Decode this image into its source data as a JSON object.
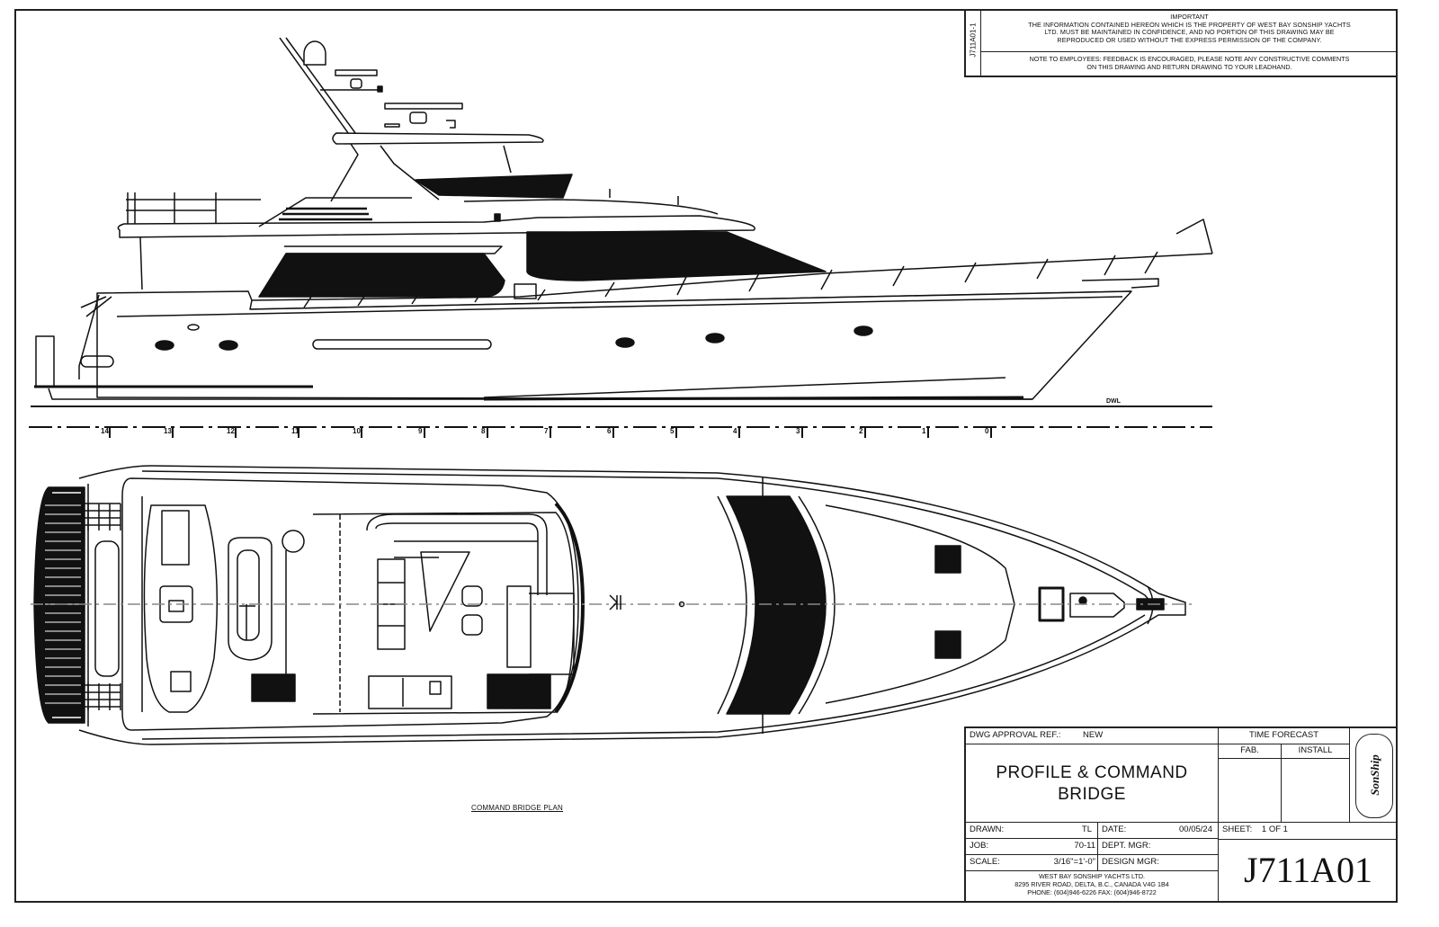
{
  "drawing": {
    "sheet_code_vertical": "J711A01-1",
    "notice": {
      "heading": "IMPORTANT",
      "lines": [
        "THE INFORMATION CONTAINED HEREON WHICH IS THE PROPERTY OF WEST BAY SONSHIP YACHTS",
        "LTD. MUST BE MAINTAINED IN CONFIDENCE, AND NO PORTION OF THIS DRAWING MAY BE",
        "REPRODUCED OR USED WITHOUT THE EXPRESS PERMISSION OF THE COMPANY."
      ],
      "employee_note_lines": [
        "NOTE TO EMPLOYEES: FEEDBACK IS ENCOURAGED, PLEASE NOTE ANY CONSTRUCTIVE COMMENTS",
        "ON THIS DRAWING AND RETURN DRAWING TO YOUR LEADHAND."
      ]
    },
    "profile_view": {
      "waterline_label": "DWL"
    },
    "stations": [
      "14",
      "13",
      "12",
      "11",
      "10",
      "9",
      "8",
      "7",
      "6",
      "5",
      "4",
      "3",
      "2",
      "1",
      "0"
    ],
    "plan_view": {
      "label": "COMMAND BRIDGE PLAN"
    },
    "title_block": {
      "approval_label": "DWG APPROVAL REF.:",
      "approval_value": "NEW",
      "title_line1": "PROFILE & COMMAND",
      "title_line2": "BRIDGE",
      "time_forecast_label": "TIME FORECAST",
      "fab_label": "FAB.",
      "install_label": "INSTALL",
      "logo_text": "SonShip",
      "drawn_label": "DRAWN:",
      "drawn_value": "TL",
      "date_label": "DATE:",
      "date_value": "00/05/24",
      "job_label": "JOB:",
      "job_value": "70-11",
      "dept_mgr_label": "DEPT. MGR:",
      "scale_label": "SCALE:",
      "scale_value": "3/16\"=1'-0\"",
      "design_mgr_label": "DESIGN MGR:",
      "sheet_label": "SHEET:",
      "sheet_value": "1 OF 1",
      "company": "WEST BAY SONSHIP YACHTS LTD.",
      "address": "8295 RIVER ROAD, DELTA, B.C., CANADA   V4G 1B4",
      "phone": "PHONE: (604)946-6226    FAX: (604)946-8722",
      "drawing_number": "J711A01"
    }
  }
}
